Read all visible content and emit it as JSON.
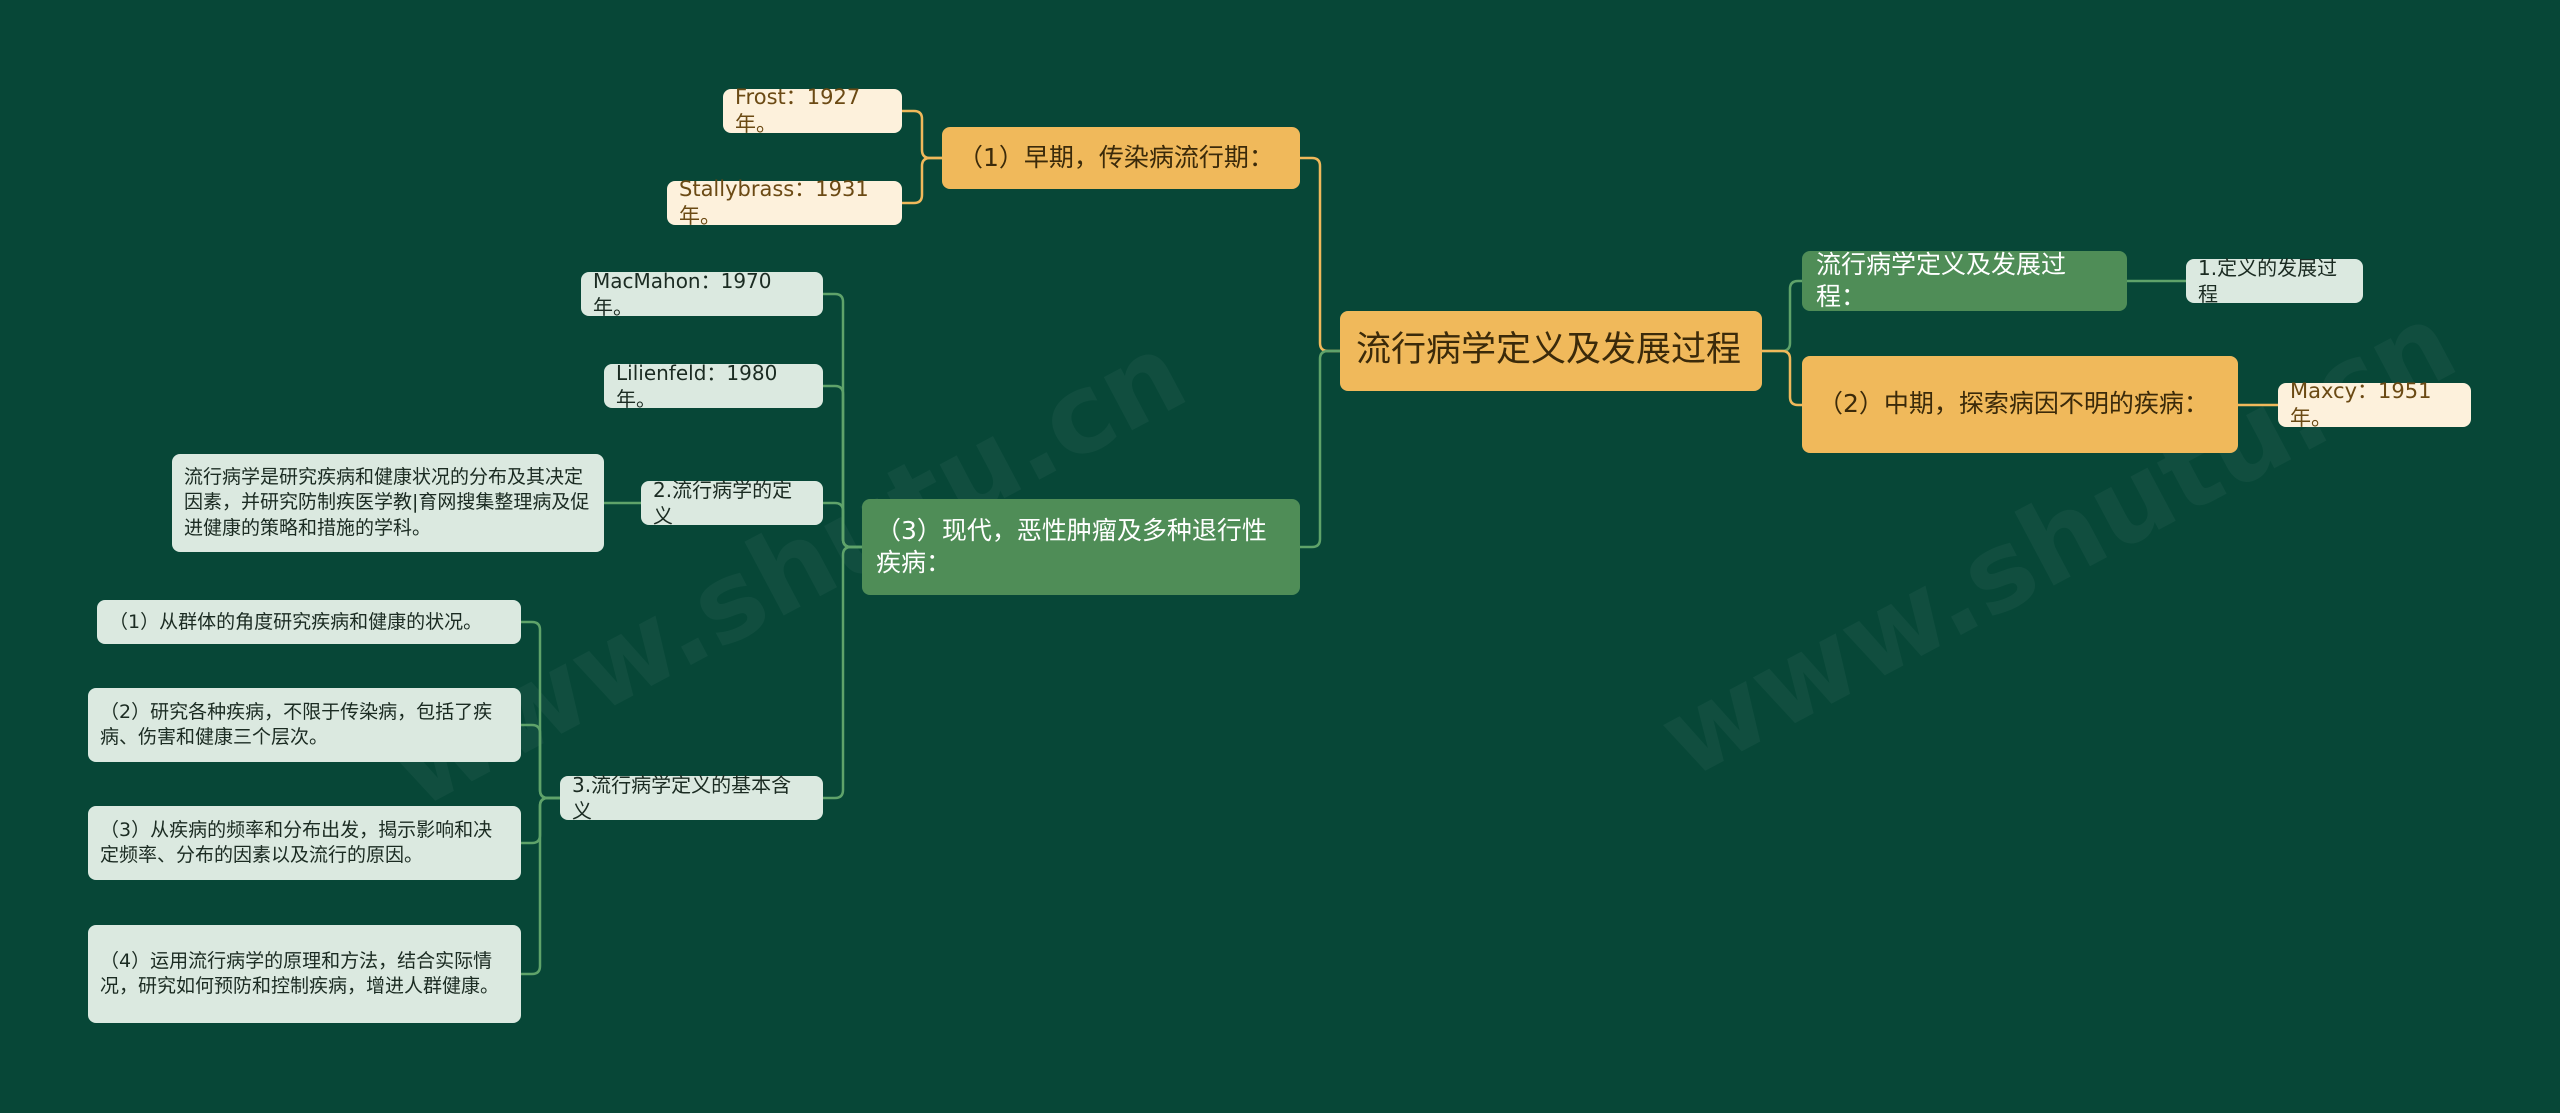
{
  "root": {
    "label": "流行病学定义及发展过程"
  },
  "right": {
    "definition": {
      "label": "流行病学定义及发展过程：",
      "child": "1.定义的发展过程"
    },
    "middle": {
      "label": "（2）中期，探索病因不明的疾病：",
      "child": "Maxcy：1951年。"
    }
  },
  "left": {
    "early": {
      "label": "（1）早期，传染病流行期：",
      "children": [
        "Frost：1927年。",
        "Stallybrass：1931年。"
      ]
    },
    "modern": {
      "label": "（3）现代，恶性肿瘤及多种退行性疾病：",
      "macmahon": "MacMahon：1970年。",
      "lilienfeld": "Lilienfeld：1980年。",
      "definition": {
        "label": "2.流行病学的定义",
        "text": "流行病学是研究疾病和健康状况的分布及其决定因素，并研究防制疾医学教|育网搜集整理病及促进健康的策略和措施的学科。"
      },
      "meaning": {
        "label": "3.流行病学定义的基本含义",
        "items": [
          "（1）从群体的角度研究疾病和健康的状况。",
          "（2）研究各种疾病，不限于传染病，包括了疾病、伤害和健康三个层次。",
          "（3）从疾病的频率和分布出发，揭示影响和决定频率、分布的因素以及流行的原因。",
          "（4）运用流行病学的原理和方法，结合实际情况，研究如何预防和控制疾病，增进人群健康。"
        ]
      }
    }
  },
  "colors": {
    "background": "#074737",
    "orange": "#f0b95b",
    "green": "#4f8d57",
    "cream": "#fdf1dc",
    "mint": "#dbe9e0",
    "orange_line": "#f0b95b",
    "green_line": "#5fa36a"
  }
}
